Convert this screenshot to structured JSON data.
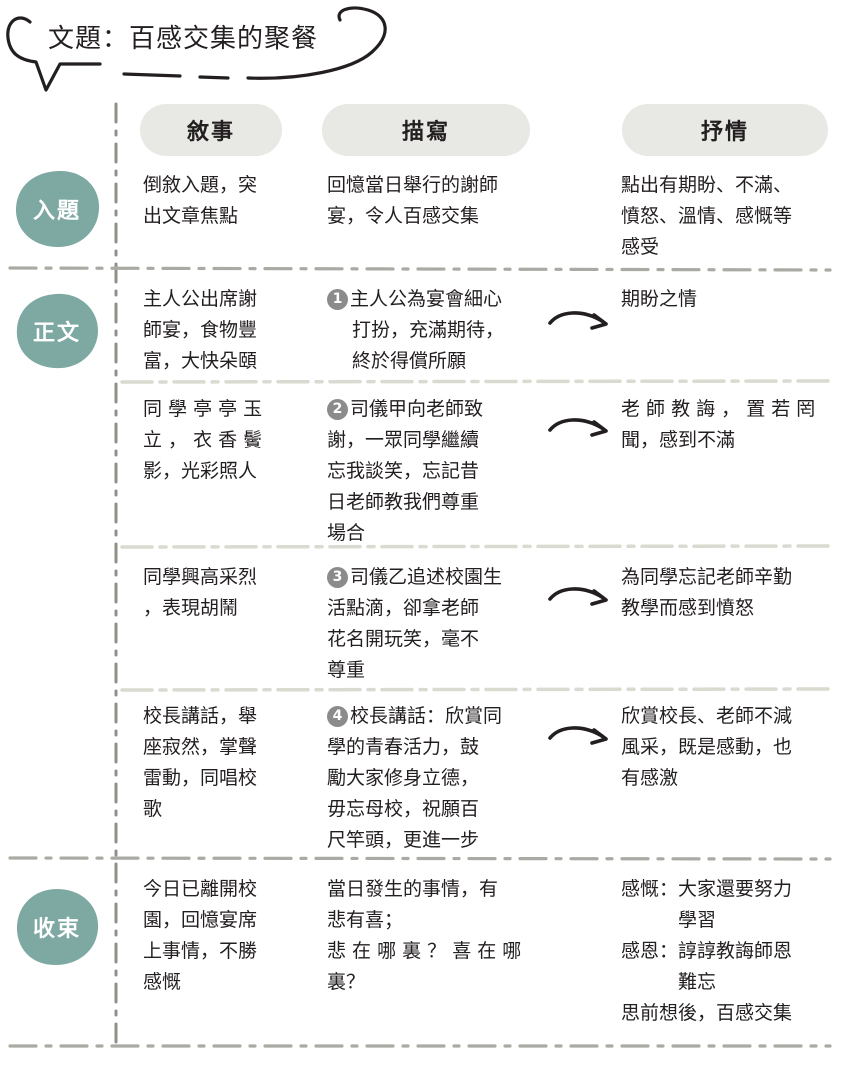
{
  "title": "文題：百感交集的聚餐",
  "columns": {
    "narrative": "敘事",
    "description": "描寫",
    "lyric": "抒情"
  },
  "rows": {
    "intro": {
      "label": "入題",
      "narrative": [
        "倒敘入題，突",
        "出文章焦點"
      ],
      "description": [
        "回憶當日舉行的謝師",
        "宴，令人百感交集"
      ],
      "lyric": [
        "點出有期盼、不滿、",
        "憤怒、溫情、感慨等",
        "感受"
      ]
    },
    "body": {
      "label": "正文",
      "items": [
        {
          "narrative": [
            "主人公出席謝",
            "師宴，食物豐",
            "富，大快朵頤"
          ],
          "number": "1",
          "description": [
            "主人公為宴會細心",
            "打扮，充滿期待，",
            "終於得償所願"
          ],
          "lyric": [
            "期盼之情"
          ]
        },
        {
          "narrative": [
            "同 學 亭 亭 玉",
            "立 ， 衣 香 鬢",
            "影，光彩照人"
          ],
          "number": "2",
          "description": [
            "司儀甲向老師致",
            "謝，一眾同學繼續",
            "忘我談笑，忘記昔",
            "日老師教我們尊重",
            "場合"
          ],
          "lyric": [
            "老 師 教 誨 ， 置 若 罔",
            "聞，感到不滿"
          ]
        },
        {
          "narrative": [
            "同學興高采烈",
            "，表現胡鬧"
          ],
          "number": "3",
          "description": [
            "司儀乙追述校園生",
            "活點滴，卻拿老師",
            "花名開玩笑，毫不",
            "尊重"
          ],
          "lyric": [
            "為同學忘記老師辛勤",
            "教學而感到憤怒"
          ]
        },
        {
          "narrative": [
            "校長講話，舉",
            "座寂然，掌聲",
            "雷動，同唱校",
            "歌"
          ],
          "number": "4",
          "description": [
            "校長講話：欣賞同",
            "學的青春活力，鼓",
            "勵大家修身立德，",
            "毋忘母校，祝願百",
            "尺竿頭，更進一步"
          ],
          "lyric": [
            "欣賞校長、老師不減",
            "風采，既是感動，也",
            "有感激"
          ]
        }
      ]
    },
    "conclusion": {
      "label": "收束",
      "narrative": [
        "今日已離開校",
        "園，回憶宴席",
        "上事情，不勝",
        "感慨"
      ],
      "description": [
        "當日發生的事情，有",
        "悲有喜；",
        "悲 在 哪 裏 ？ 喜 在 哪",
        "裏？"
      ],
      "lyric": [
        "感慨：大家還要努力",
        "　　　學習",
        "感恩：諄諄教誨師恩",
        "　　　難忘",
        "思前想後，百感交集"
      ]
    }
  },
  "colors": {
    "blob": "#7ea8a2",
    "pill": "#e8e9e4",
    "divider": "#b5b6ae",
    "light_divider": "#d9dbd0",
    "badge": "#8b8b8b"
  }
}
